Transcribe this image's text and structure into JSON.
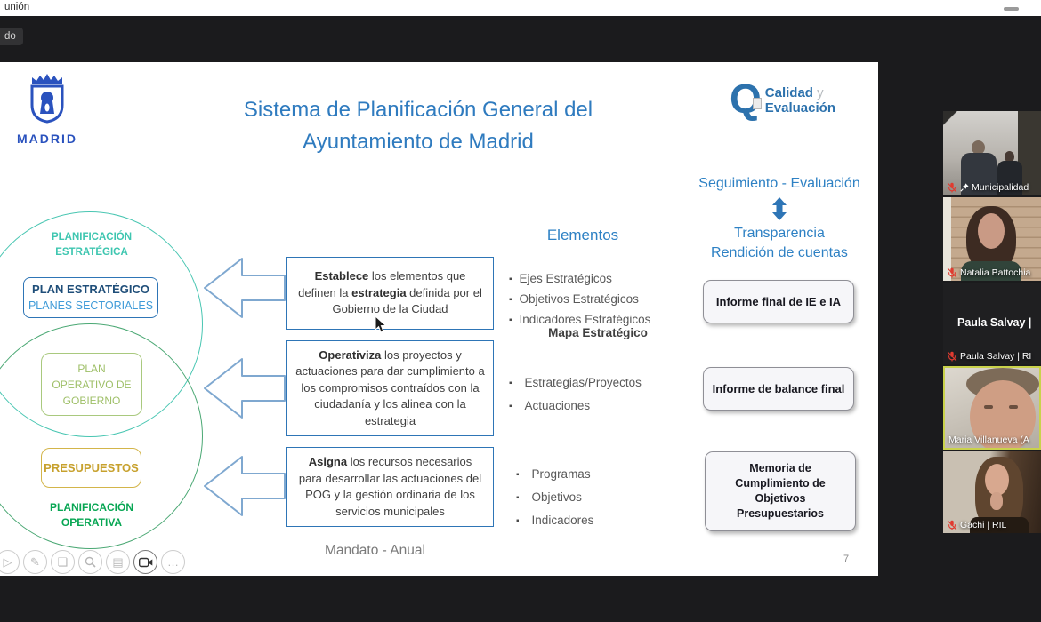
{
  "window": {
    "title": "unión",
    "share_chip": "do",
    "minimize": "minimize"
  },
  "slide": {
    "logo_madrid": "MADRID",
    "title": [
      "Sistema de Planificación General del",
      "Ayuntamiento de Madrid"
    ],
    "logo_calidad": {
      "letter": "Q",
      "word1": "Calidad",
      "conj": " y",
      "word2": "Evaluación"
    },
    "flow": {
      "line1": "Seguimiento - Evaluación",
      "line2": "Transparencia",
      "line3": "Rendición de cuentas"
    },
    "circles": {
      "top_label": "PLANIFICACIÓN ESTRATÉGICA",
      "plan_estrategico": "PLAN ESTRATÉGICO",
      "planes_sectoriales": "PLANES SECTORIALES",
      "plan_operativo": "PLAN OPERATIVO DE GOBIERNO",
      "presupuestos": "PRESUPUESTOS",
      "bottom_label": "PLANIFICACIÓN OPERATIVA"
    },
    "process_boxes": [
      {
        "s0": "Establece",
        "s1": " los elementos que definen la ",
        "s2": "estrategia",
        "s3": " definida por el Gobierno de la Ciudad"
      },
      {
        "s0": "Operativiza",
        "s1": " los proyectos y actuaciones para dar cumplimiento a los compromisos contraídos con la ciudadanía y los alinea con la estrategia",
        "s2": "",
        "s3": ""
      },
      {
        "s0": "Asigna",
        "s1": " los recursos necesarios para desarrollar las actuaciones del POG y la gestión ordinaria de los servicios municipales",
        "s2": "",
        "s3": ""
      }
    ],
    "elements": {
      "title": "Elementos",
      "group1": [
        "Ejes Estratégicos",
        "Objetivos Estratégicos",
        "Indicadores Estratégicos"
      ],
      "group1_note": "Mapa Estratégico",
      "group2": [
        "Estrategias/Proyectos",
        "Actuaciones"
      ],
      "group3": [
        "Programas",
        "Objetivos",
        "Indicadores"
      ]
    },
    "reports": [
      "Informe final de IE e IA",
      "Informe de balance final",
      "Memoria de Cumplimiento de Objetivos Presupuestarios"
    ],
    "footer": {
      "mandato": "Mandato - Anual",
      "page": "7"
    }
  },
  "toolbar": {
    "icons": [
      "play",
      "pen",
      "slides",
      "zoom",
      "notes",
      "camera",
      "more"
    ],
    "glyphs": {
      "play": "▷",
      "pen": "✎",
      "slides": "❏",
      "notes": "▤",
      "more": "…"
    }
  },
  "participants": [
    {
      "label": "Municipalidad",
      "muted": true,
      "pinned": true,
      "camera": "on"
    },
    {
      "label": "Natalia Battochia",
      "muted": true,
      "camera": "on"
    },
    {
      "label": "Paula Salvay | RI",
      "center_name": "Paula Salvay |",
      "muted": true,
      "camera": "off"
    },
    {
      "label": "Maria Villanueva (A",
      "muted": false,
      "active_speaker": true,
      "camera": "on"
    },
    {
      "label": "Gachi | RIL",
      "muted": true,
      "camera": "on"
    }
  ],
  "colors": {
    "title_blue": "#2F7BBF",
    "diagram_blue": "#2E75B6",
    "teal": "#3EC6B0",
    "green": "#07A653",
    "light_green": "#9EBF67",
    "gold": "#C7A12D",
    "muted_mic_red": "#E03B30",
    "active_speaker_border": "#C9D24B",
    "madrid_blue": "#2A52BE"
  }
}
